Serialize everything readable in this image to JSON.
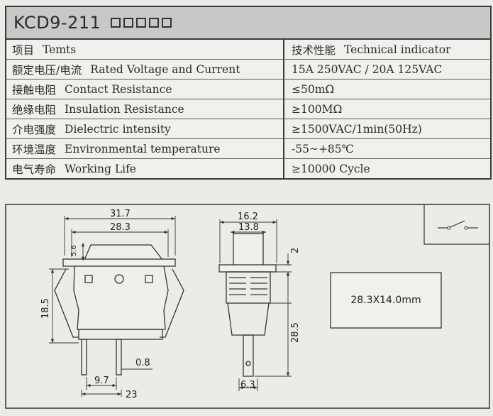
{
  "title": {
    "model": "KCD9-211",
    "placeholder": "□□□□□"
  },
  "table": {
    "header": {
      "item_cn": "项目",
      "item_en": "Temts",
      "value_cn": "技术性能",
      "value_en": "Technical indicator"
    },
    "rows": [
      {
        "cn": "额定电压/电流",
        "en": "Rated Voltage and Current",
        "value": "15A  250VAC / 20A 125VAC"
      },
      {
        "cn": "接触电阻",
        "en": "Contact Resistance",
        "value": "≤50mΩ"
      },
      {
        "cn": "绝缘电阻",
        "en": "Insulation Resistance",
        "value": "≥100MΩ"
      },
      {
        "cn": "介电强度",
        "en": "Dielectric intensity",
        "value": "≥1500VAC/1min(50Hz)"
      },
      {
        "cn": "环境温度",
        "en": "Environmental temperature",
        "value": "-55~+85℃"
      },
      {
        "cn": "电气寿命",
        "en": "Working Life",
        "value": "≥10000 Cycle"
      }
    ]
  },
  "drawing": {
    "front": {
      "d_31_7": "31.7",
      "d_28_3": "28.3",
      "d_5_6": "5.6",
      "d_18_5": "18.5",
      "d_0_8": "0.8",
      "d_9_7": "9.7",
      "d_23": "23"
    },
    "side": {
      "d_16_2": "16.2",
      "d_13_8": "13.8",
      "d_2": "2",
      "d_28_5": "28.5",
      "d_6_3": "6.3"
    },
    "cutout": {
      "label": "28.3X14.0mm"
    }
  }
}
